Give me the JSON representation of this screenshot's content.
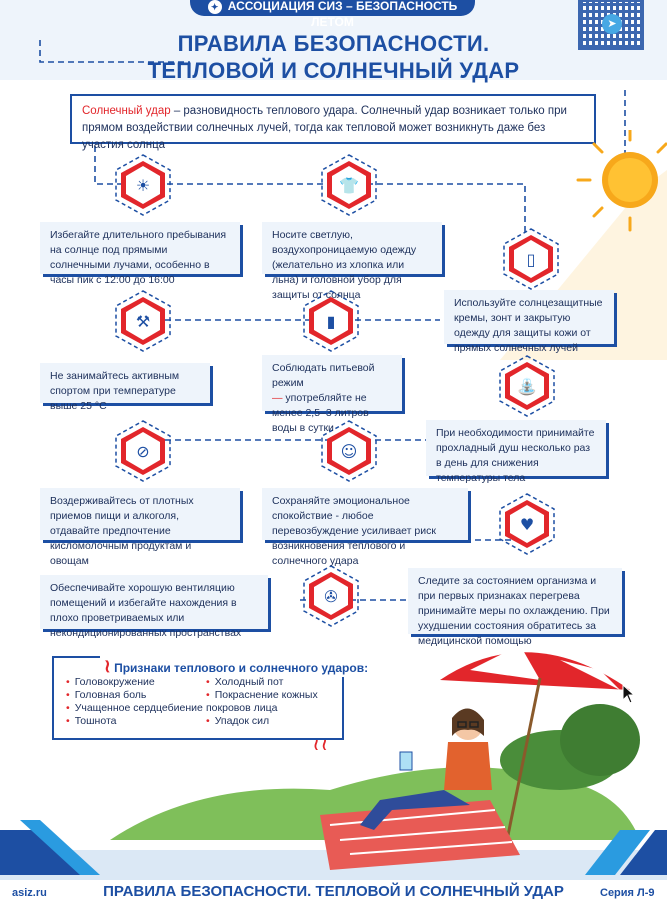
{
  "header": {
    "association": "АССОЦИАЦИЯ СИЗ – БЕЗОПАСНОСТЬ ЛЕТОМ",
    "title_line1": "ПРАВИЛА БЕЗОПАСНОСТИ.",
    "title_line2": "ТЕПЛОВОЙ И СОЛНЕЧНЫЙ УДАР"
  },
  "intro": {
    "term": "Солнечный удар",
    "text": " – разновидность теплового удара. Солнечный удар возникает только при прямом воздействии солнечных лучей, тогда как тепловой может возникнуть даже без участия солнца"
  },
  "tips": {
    "sun_exposure": "Избегайте длительного пребывания на солнце под прямыми солнечными лучами, особенно в часы пик с 12:00 до 16:00",
    "clothing": "Носите светлую, воздухопроницаемую одежду (желательно из хлопка или льна) и головной убор для защиты от солнца",
    "sunscreen": "Используйте солнцезащитные кремы, зонт и закрытую одежду для защиты кожи от прямых солнечных лучей",
    "sport": "Не занимайтесь активным спортом при температуре выше 25 °С",
    "drinking_a": "Соблюдать питьевой режим",
    "drinking_dash": "—",
    "drinking_b": " употребляйте не менее 2,5–3 литров воды в сутки",
    "shower": "При необходимости принимайте прохладный душ несколько раз в день для снижения температуры тела",
    "food": "Воздерживайтесь от плотных приемов пищи и алкоголя, отдавайте предпочтение кисломолочным продуктам и овощам",
    "calm": "Сохраняйте эмоциональное спокойствие - любое перевозбуждение усиливает риск возникновения теплового и солнечного удара",
    "ventilation": "Обеспечивайте хорошую вентиляцию помещений и избегайте нахождения в плохо проветриваемых или некондиционированных пространствах",
    "monitor": "Следите за состоянием организма и при первых признаках перегрева принимайте меры по охлаждению. При ухудшении состояния обратитесь за медицинской помощью"
  },
  "signs": {
    "title": "Признаки теплового и солнечного ударов:",
    "left": [
      "Головокружение",
      "Головная боль",
      "Учащенное сердцебиение",
      "Тошнота"
    ],
    "right": [
      "Холодный пот",
      "Покраснение кожных покровов лица",
      "Упадок сил"
    ]
  },
  "footer": {
    "site": "asiz.ru",
    "title": "ПРАВИЛА БЕЗОПАСНОСТИ. ТЕПЛОВОЙ И СОЛНЕЧНЫЙ УДАР",
    "series": "Серия Л-9"
  },
  "icons": [
    "sun-icon",
    "tshirt-icon",
    "sunscreen-icon",
    "dumbbell-icon",
    "water-bottle-icon",
    "shower-icon",
    "no-food-icon",
    "meditation-icon",
    "heart-hands-icon",
    "ventilation-icon",
    "telegram-icon"
  ],
  "colors": {
    "primary": "#1d4fa3",
    "accent": "#e2262b",
    "card": "#eef4fb",
    "sun": "#f7a81b"
  }
}
